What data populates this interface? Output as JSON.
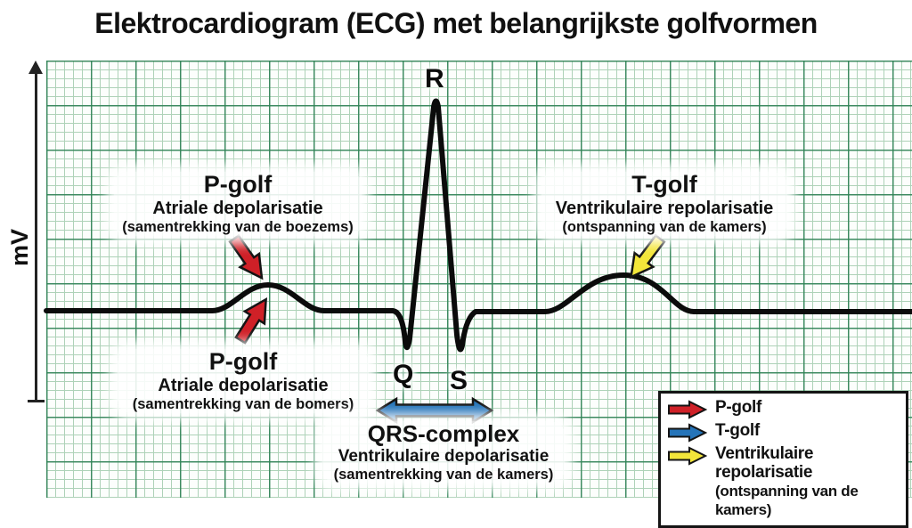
{
  "title": "Elektrocardiogram (ECG) met belangrijkste golfvormen",
  "y_axis": {
    "label": "mV"
  },
  "waves": {
    "p_top": {
      "heading": "P-golf",
      "line2": "Atriale depolarisatie",
      "line3": "(samentrekking van de boezems)"
    },
    "p_bottom": {
      "heading": "P-golf",
      "line2": "Atriale depolarisatie",
      "line3": "(samentrekking van de bomers)"
    },
    "t": {
      "heading": "T-golf",
      "line2": "Ventrikulaire repolarisatie",
      "line3": "(ontspanning van de kamers)"
    },
    "qrs": {
      "heading": "QRS-complex",
      "line2": "Ventrikulaire depolarisatie",
      "line3": "(samentrekking van de kamers)"
    }
  },
  "points": {
    "r": "R",
    "q": "Q",
    "s": "S"
  },
  "legend": {
    "items": [
      {
        "icon": "red-arrow-icon",
        "label": "P-golf"
      },
      {
        "icon": "blue-arrow-icon",
        "label": "T-golf"
      },
      {
        "icon": "yellow-arrow-icon",
        "label": "Ventrikulaire repolarisatie",
        "label2": "(ontspanning van de kamers)"
      }
    ]
  },
  "colors": {
    "trace": "#0b0b0b",
    "grid_minor": "#aed2b8",
    "grid_major": "#2f8256",
    "arrow_red": "#cf2027",
    "arrow_blue": "#2574b9",
    "arrow_yellow": "#f3e63a",
    "outline": "#141414"
  }
}
